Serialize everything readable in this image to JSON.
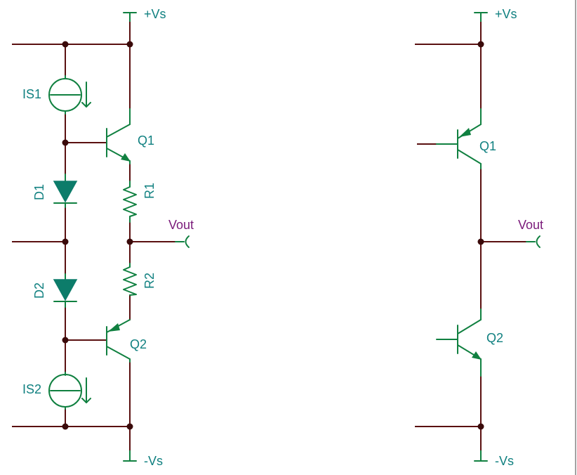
{
  "circuit_a": {
    "vplus": "+Vs",
    "vminus": "-Vs",
    "is1": "IS1",
    "is2": "IS2",
    "q1": "Q1",
    "q2": "Q2",
    "d1": "D1",
    "d2": "D2",
    "r1": "R1",
    "r2": "R2",
    "vout": "Vout"
  },
  "circuit_b": {
    "vplus": "+Vs",
    "vminus": "-Vs",
    "q1": "Q1",
    "q2": "Q2",
    "vout": "Vout"
  },
  "colors": {
    "wire": "#5a1010",
    "component": "#108040",
    "label": "#108080",
    "output_label": "#7a1a7a"
  }
}
